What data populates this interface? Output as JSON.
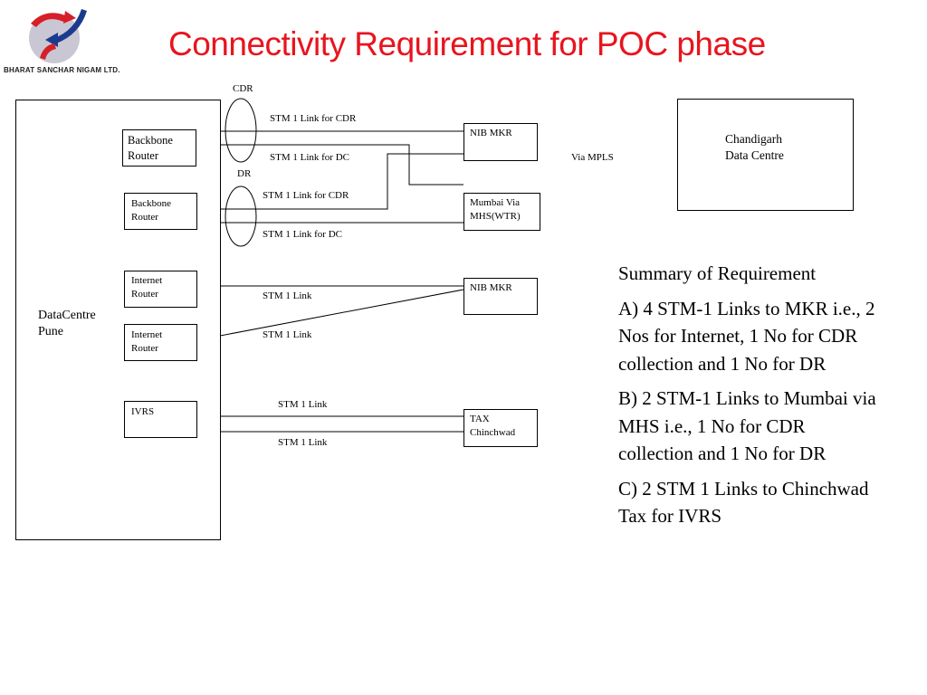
{
  "logo": {
    "org_name": "BHARAT SANCHAR NIGAM LTD."
  },
  "title": "Connectivity Requirement for POC phase",
  "diagram": {
    "datacentre": "DataCentre\n Pune",
    "chandigarh": "Chandigarh\nData Centre",
    "routers": {
      "backbone1": "Backbone\nRouter",
      "backbone2": "Backbone\nRouter",
      "internet1": "Internet\nRouter",
      "internet2": "Internet\nRouter",
      "ivrs": "IVRS"
    },
    "destinations": {
      "nib_mkr_1": "NIB MKR",
      "mumbai": "Mumbai Via\nMHS(WTR)",
      "nib_mkr_2": "NIB MKR",
      "tax": "TAX\nChinchwad"
    },
    "groups": {
      "cdr": "CDR",
      "dr": "DR"
    },
    "links": {
      "l1": "STM 1 Link for CDR",
      "l2": "STM 1 Link for DC",
      "l3": "STM 1 Link for CDR",
      "l4": "STM 1 Link for DC",
      "l5": "STM 1 Link",
      "l6": "STM 1 Link",
      "l7": "STM 1 Link",
      "l8": "STM 1 Link"
    },
    "via_mpls": "Via MPLS"
  },
  "summary": {
    "heading": "Summary of Requirement",
    "items": [
      "A) 4 STM-1 Links to MKR   i.e., 2 Nos for Internet, 1 No for CDR collection and 1 No  for DR",
      "B) 2 STM-1 Links to Mumbai  via MHS i.e., 1 No for CDR collection and 1 No  for DR",
      "C) 2 STM 1 Links to Chinchwad Tax for IVRS"
    ]
  }
}
